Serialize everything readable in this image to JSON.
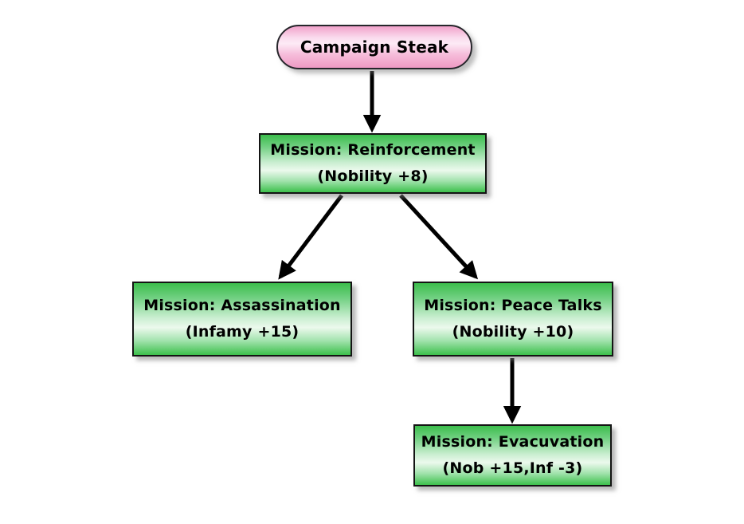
{
  "diagram": {
    "background_color": "#ffffff",
    "arrow_color": "#000000",
    "node_styles": {
      "process_fill_top": "#3cbd4c",
      "process_fill_light": "#ecf9ed",
      "terminator_fill_top": "#f1a2cb",
      "terminator_fill_light": "#fdeaf5",
      "border_color": "#141414",
      "text_color": "#000000"
    },
    "nodes": [
      {
        "id": "campaign-steak",
        "shape": "terminator",
        "label": "Campaign Steak",
        "sublabel": ""
      },
      {
        "id": "mission-reinforcement",
        "shape": "rectangle",
        "label": "Mission: Reinforcement",
        "sublabel": "(Nobility +8)"
      },
      {
        "id": "mission-assassination",
        "shape": "rectangle",
        "label": "Mission: Assassination",
        "sublabel": "(Infamy +15)"
      },
      {
        "id": "mission-peace-talks",
        "shape": "rectangle",
        "label": "Mission: Peace Talks",
        "sublabel": "(Nobility +10)"
      },
      {
        "id": "mission-evacuvation",
        "shape": "rectangle",
        "label": "Mission: Evacuvation",
        "sublabel": "(Nob +15,Inf -3)"
      }
    ],
    "edges": [
      {
        "from": "campaign-steak",
        "to": "mission-reinforcement"
      },
      {
        "from": "mission-reinforcement",
        "to": "mission-assassination"
      },
      {
        "from": "mission-reinforcement",
        "to": "mission-peace-talks"
      },
      {
        "from": "mission-peace-talks",
        "to": "mission-evacuvation"
      }
    ]
  }
}
